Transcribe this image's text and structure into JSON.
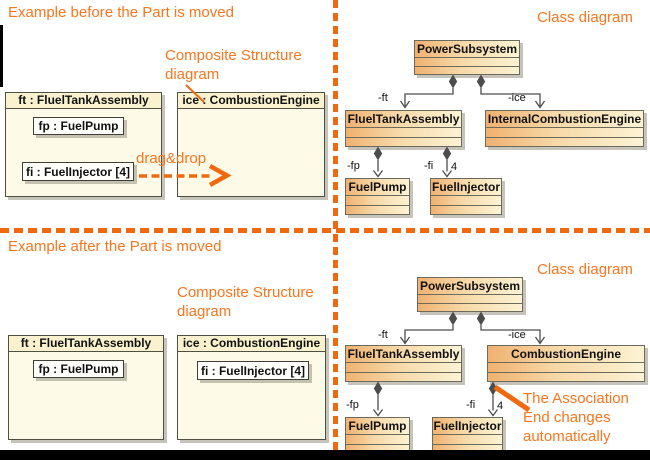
{
  "colors": {
    "orange_text": "#F8761F",
    "divider_orange": "#F0690F",
    "class_border": "#6B6B5D",
    "class_gradient_start": "#F0B170",
    "class_gradient_end": "#FCF3D4",
    "connector_gray": "#4D4D4D"
  },
  "before": {
    "title": "Example before the Part is moved",
    "composite_label": "Composite Structure diagram",
    "drag_label": "drag&drop",
    "structure": {
      "ft_header": "ft : FluelTankAssembly",
      "fp_part": "fp : FuelPump",
      "fi_part": "fi : FuelInjector [4]",
      "ice_header": "ice : CombustionEngine"
    },
    "class_diagram": {
      "title": "Class diagram",
      "root_class": "PowerSubsystem",
      "left_class": "FluelTankAssembly",
      "right_class": "InternalCombustionEngine",
      "bottom_left_class": "FuelPump",
      "bottom_center_class": "FuelInjector",
      "role_ft": "-ft",
      "role_ice": "-ice",
      "role_fp": "-fp",
      "role_fi": "-fi",
      "multiplicity_fi": "4"
    }
  },
  "after": {
    "title": "Example after the Part is moved",
    "composite_label": "Composite Structure diagram",
    "structure": {
      "ft_header": "ft : FluelTankAssembly",
      "fp_part": "fp : FuelPump",
      "ice_header": "ice : CombustionEngine",
      "fi_part": "fi : FuelInjector [4]"
    },
    "class_diagram": {
      "title": "Class diagram",
      "root_class": "PowerSubsystem",
      "left_class": "FluelTankAssembly",
      "right_class": "CombustionEngine",
      "bottom_left_class": "FuelPump",
      "bottom_center_class": "FuelInjector",
      "role_ft": "-ft",
      "role_ice": "-ice",
      "role_fp": "-fp",
      "role_fi": "-fi",
      "multiplicity_fi": "4",
      "annotation": "The Association End changes automatically"
    }
  }
}
